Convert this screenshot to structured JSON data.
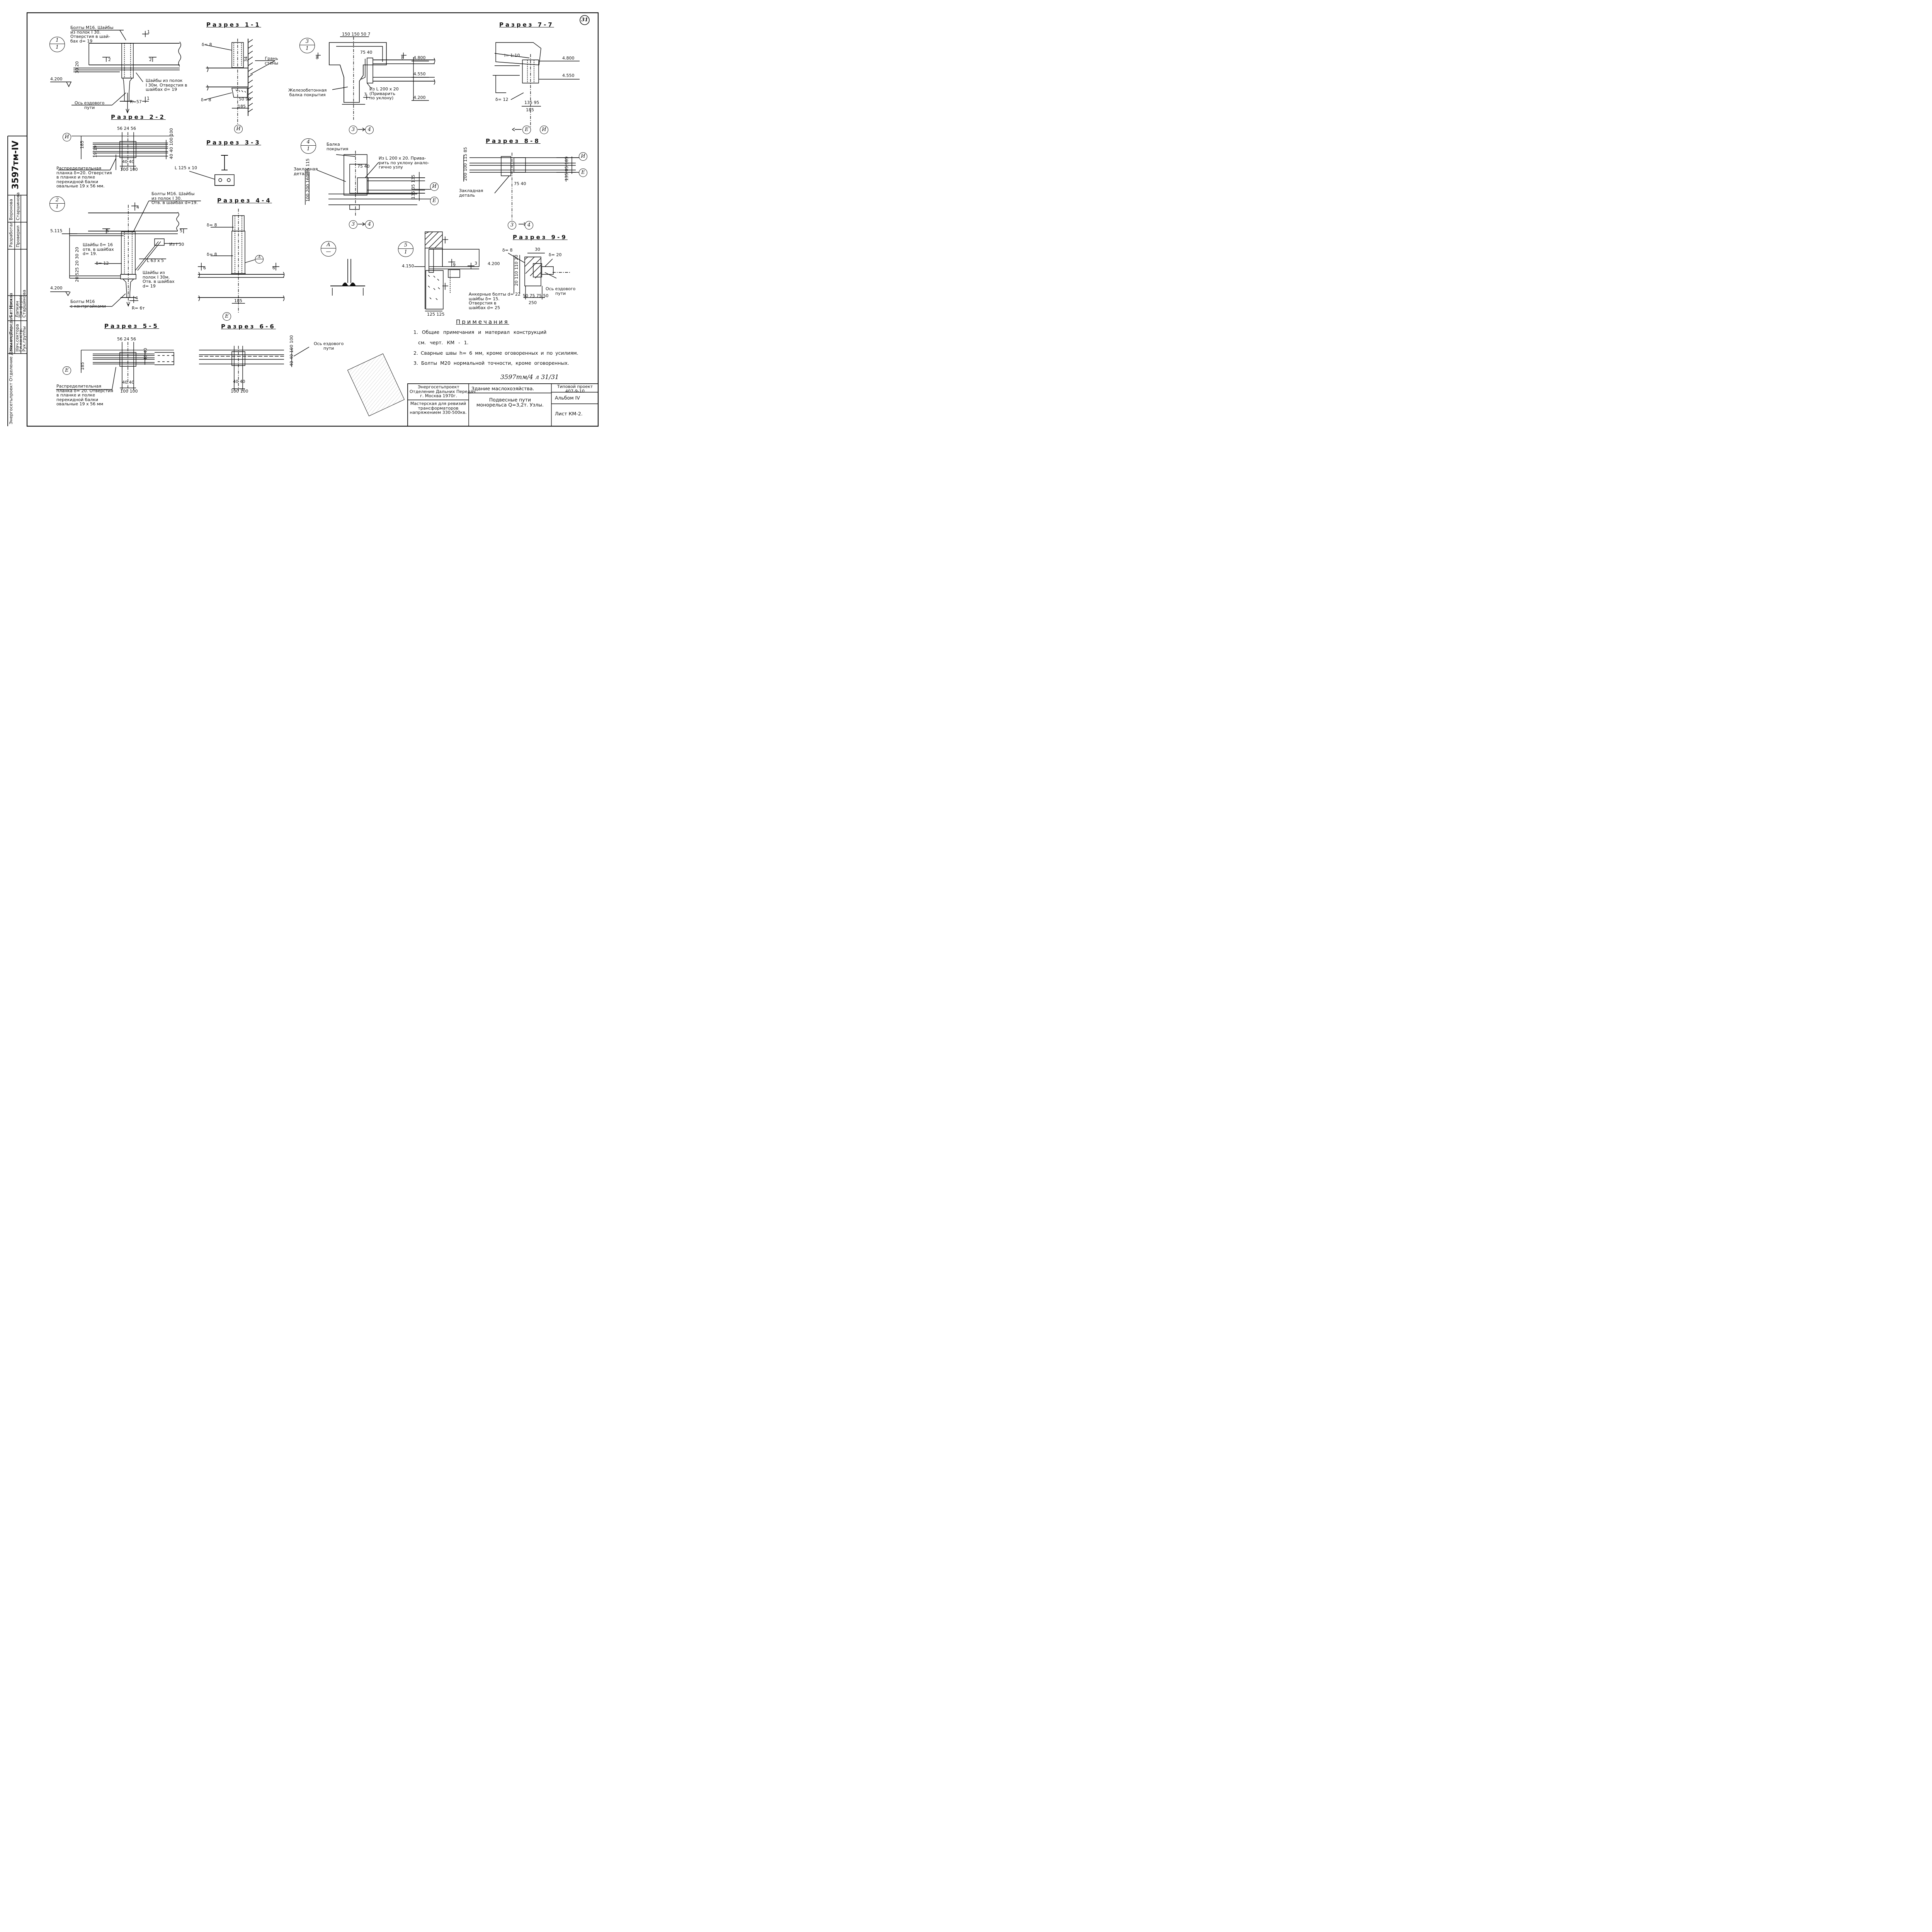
{
  "sheet_number": "31",
  "side_code": "3597тм-IV",
  "section_titles": {
    "s1": "Разрез 1-1",
    "s2": "Разрез 2-2",
    "s3": "Разрез 3-3",
    "s4": "Разрез 4-4",
    "s5": "Разрез 5-5",
    "s6": "Разрез 6-6",
    "s7": "Разрез 7-7",
    "s8": "Разрез 8-8",
    "s9": "Разрез 9-9"
  },
  "node_markers": {
    "n1_top": "1",
    "n1_bot": "1",
    "n2_top": "2",
    "n2_bot": "1",
    "n3_top": "3",
    "n3_bot": "1",
    "n4_top": "4",
    "n4_bot": "1",
    "n5_top": "5",
    "n5_bot": "1",
    "nA_top": "А",
    "nA_bot": "—"
  },
  "axis_labels": {
    "i": "И",
    "e": "Е",
    "a3": "3",
    "a4": "4"
  },
  "node1": {
    "bolts": "Болты М16. Шайбы\nиз полок I 30.\nОтверстия в шай-\nбах d= 19",
    "washers": "Шайбы из полок\nI 30м. Отверстия в\nшайбах d= 19",
    "axis": "Ось ездового\nпути",
    "elev": "4.200",
    "r": "R=57",
    "dim": "30 20",
    "cut1": "1",
    "cut2": "2"
  },
  "sec1": {
    "d_top": "δ= 8",
    "d_bot": "δ= 8",
    "wall": "Грань\nстены",
    "dims": "185",
    "d2": "50 90",
    "d3": "34"
  },
  "sec2": {
    "dims_top": "56 24 56",
    "dims_bot": "100 100",
    "dims_mid": "40 40",
    "left": "185",
    "left2": "19  19",
    "right": "40 40 100 100",
    "plank": "Распределительная\nпланка δ=20. Отверстия\nв планке и полке\nперекидной балки\nовальные 19 х 56 мм."
  },
  "sec3": {
    "angle": "L 125 х 10"
  },
  "node2": {
    "bolts": "Болты М16. Шайбы\nиз полок I 30.\nОтв. в шайбах d=19.",
    "washers16": "Шайбы δ= 16\nотв. в шайбах\nd= 19.",
    "d12": "δ= 12",
    "i30": "Из I 30",
    "l63": "L 63 х 5",
    "washers_b": "Шайбы из\nполок I 30м.\nОтв. в шайбах\nd= 19",
    "bolts_b": "Болты М16\nс контргайками",
    "elev_top": "5.115",
    "elev_bot": "4.200",
    "r": "R= 6т",
    "dims": "20 525 20 30 20",
    "cut4": "4",
    "cut5": "5"
  },
  "sec4": {
    "d_top": "δ= 8",
    "d_mid": "δ= 8",
    "dim": "185",
    "cut6": "6"
  },
  "sec5": {
    "dims_top": "56 24 56",
    "dims_bot": "100 100",
    "dims_mid": "40 40",
    "left": "185",
    "right": "40 40",
    "plank": "Распределительная\nпланка δ= 20. Отверстия\nв планке и полке\nперекидной балки\nовальные 19 х 56 мм"
  },
  "sec6": {
    "axis": "Ось ездового\nпути",
    "dims_bot": "100 100",
    "dims_mid": "40 40",
    "right": "40 40 100 100"
  },
  "node3": {
    "dims_top": "150 150 50 7",
    "dims_mid": "75 40",
    "beam": "Железобетонная\nбалка покрытия",
    "angle": "Из L 200 х 20\n(Приварить\nпо уклону)",
    "elev1": "4.800",
    "elev2": "4.550",
    "elev3": "4.200",
    "cut8": "8",
    "cut7": "7"
  },
  "node4": {
    "beam": "Балка\nпокрытия",
    "angle": "Из L 200 х 20. Прива-\nрить по уклону анало-\nгично узлу",
    "embed": "Закладная\nдеталь",
    "dims_mid": "75 40",
    "dims_left": "100 200 160 85 115",
    "dims_right": "135 35 135"
  },
  "sec7": {
    "slope": "i= 1:10",
    "d": "δ= 12",
    "elev1": "4.800",
    "elev2": "4.550",
    "dims": "135 95",
    "dim2": "185"
  },
  "sec8": {
    "embed": "Закладная\nдеталь",
    "dims_left": "200 100 115 85",
    "dims_right": "135 05 185",
    "dims_mid": "75 40"
  },
  "nodeA": {},
  "node5": {
    "elev1": "4.150",
    "elev2": "4.200",
    "dims": "125 125",
    "cut9": "9",
    "cut3": "3"
  },
  "sec9": {
    "d8": "δ= 8",
    "d20": "δ= 20",
    "d30": "30",
    "anchor": "Анкерные болты d= 22\nшайбы δ= 15.\nОтверстия в\nшайбах d= 25",
    "axis": "Ось ездового\nпути",
    "dims": "50 75 75 50",
    "dim2": "250",
    "left": "20 110 110 20"
  },
  "notes": {
    "title": "Примечания",
    "items": [
      "1. Общие примечания и материал конструкций",
      "см. черт. КМ - 1.",
      "2. Сварные швы h= 6 мм, кроме оговоренных и по усилиям.",
      "3. Болты М20 нормальной точности, кроме оговоренных."
    ]
  },
  "handwritten_ref": "3597тм/4 л 31/31",
  "stamp": "Инв. № ...",
  "title_block": {
    "org": "Энергосетьпроект\nОтделение Дальних Передач\nг. Москва 1970г.",
    "workshop": "Мастерская для ревизий\nтрансформаторов\nнапряжением 330-500кв.",
    "building": "Здание маслохозяйства.",
    "sheet_title": "Подвесные пути\nмонорельса Q=3,2т. Узлы.",
    "project_label": "Типовой проект\n407-9-10",
    "album": "Альбом IV",
    "sheet": "Лист КМ-2."
  },
  "side_block": {
    "org": "Энергосетьпроект\nОтделение Дальних Передач\nг. Москва",
    "roles": [
      "Нач.отдела",
      "Нач.сектора",
      "Гл.констр.",
      "Рук.группы"
    ],
    "names": [
      "Батурин",
      "Лапкин",
      "Панферов",
      "Старшинова"
    ],
    "roles2": [
      "Разработал",
      "Проверил"
    ],
    "names2": [
      "Воронова",
      "Старшинова"
    ]
  }
}
